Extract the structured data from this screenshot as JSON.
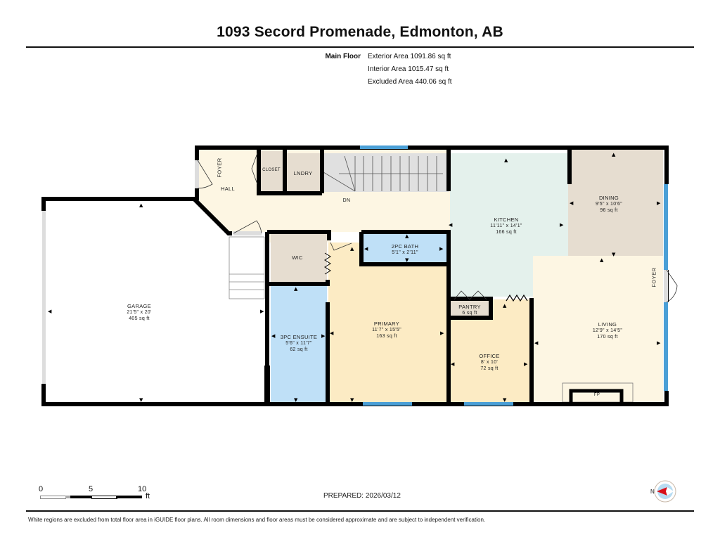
{
  "title": "1093 Secord Promenade, Edmonton, AB",
  "summary": {
    "floor_label": "Main Floor",
    "exterior_area": "Exterior Area 1091.86 sq ft",
    "interior_area": "Interior Area 1015.47 sq ft",
    "excluded_area": "Excluded Area 440.06 sq ft"
  },
  "rooms": {
    "foyer_left": {
      "name": "FOYER"
    },
    "hall": {
      "name": "HALL"
    },
    "closet": {
      "name": "CLOSET"
    },
    "laundry": {
      "name": "LNDRY"
    },
    "stairs": {
      "name": "DN"
    },
    "kitchen": {
      "name": "KITCHEN",
      "dims": "11'11\" x 14'1\"",
      "area": "166 sq ft"
    },
    "dining": {
      "name": "DINING",
      "dims": "9'5\" x 10'6\"",
      "area": "96 sq ft"
    },
    "garage": {
      "name": "GARAGE",
      "dims": "21'5\" x 20'",
      "area": "405 sq ft"
    },
    "wic": {
      "name": "WIC"
    },
    "bath_2pc": {
      "name": "2PC BATH",
      "dims": "5'1\" x 2'11\""
    },
    "ensuite_3pc": {
      "name": "3PC ENSUITE",
      "dims": "5'6\" x 11'7\"",
      "area": "62 sq ft"
    },
    "primary": {
      "name": "PRIMARY",
      "dims": "11'7\" x 15'5\"",
      "area": "163 sq ft"
    },
    "pantry": {
      "name": "PANTRY",
      "area": "6 sq ft"
    },
    "office": {
      "name": "OFFICE",
      "dims": "8' x 10'",
      "area": "72 sq ft"
    },
    "living": {
      "name": "LIVING",
      "dims": "12'9\" x 14'5\"",
      "area": "170 sq ft"
    },
    "foyer_right": {
      "name": "FOYER"
    },
    "fireplace": {
      "name": "FP"
    }
  },
  "colors": {
    "wall": "#000000",
    "hall": "#fdf6e3",
    "kitchen": "#e4f1ec",
    "dining": "#e6ddd0",
    "closet": "#e6ddd0",
    "bath": "#bfe0f7",
    "primary": "#fcebc4",
    "office": "#fcebc4",
    "living": "#fdf6e3",
    "window": "#4a9fd6",
    "stairs": "#e0e0e0"
  },
  "scale": {
    "ticks": [
      "0",
      "5",
      "10"
    ],
    "unit": "ft"
  },
  "prepared": "PREPARED: 2026/03/12",
  "compass": {
    "label": "N"
  },
  "disclaimer": "White regions are excluded from total floor area in iGUIDE floor plans. All room dimensions and floor areas must be considered approximate and are subject to independent verification."
}
